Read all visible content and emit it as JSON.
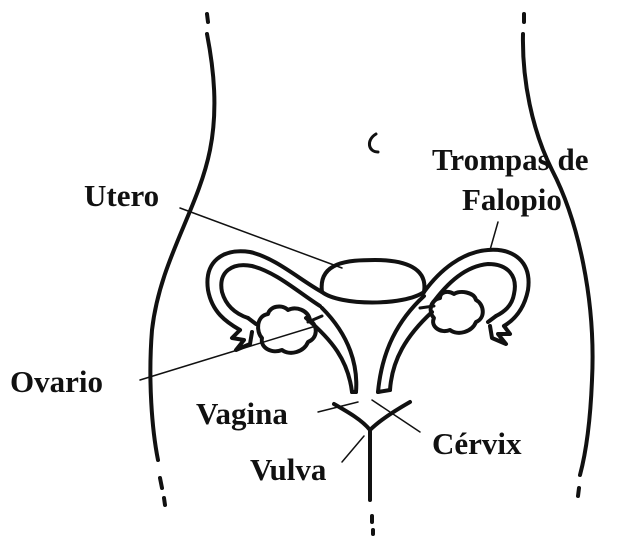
{
  "labels": {
    "uterus": "Utero",
    "tubes_line1": "Trompas de",
    "tubes_line2": "Falopio",
    "ovary": "Ovario",
    "vagina": "Vagina",
    "cervix": "Cérvix",
    "vulva": "Vulva"
  },
  "colors": {
    "ink": "#111111",
    "background": "#ffffff"
  }
}
